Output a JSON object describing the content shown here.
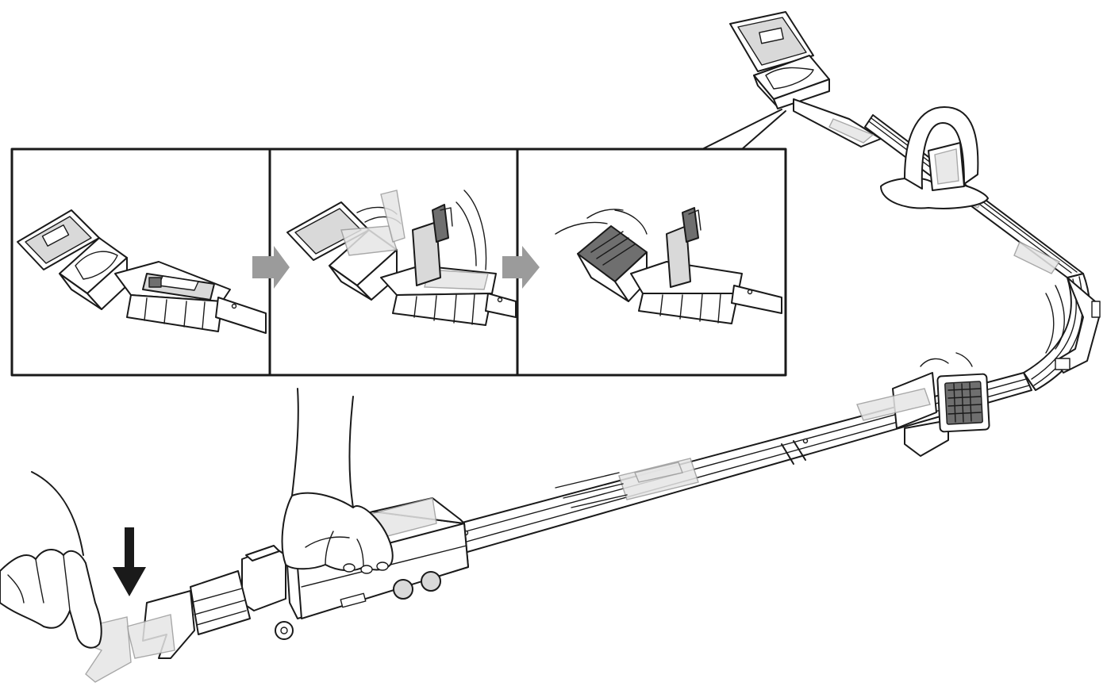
{
  "diagram": {
    "inset_panels": [
      {
        "step": 1,
        "content": "car-in-launcher"
      },
      {
        "step": 2,
        "content": "gate-lifts-car-enters-box"
      },
      {
        "step": 3,
        "content": "box-closes-with-car-inside"
      }
    ],
    "colors": {
      "ink": "#1a1a1a",
      "ghost_fill": "#e6e6e6",
      "step_arrow": "#9b9b9b",
      "background": "#ffffff"
    },
    "icons": [
      "hand-press-icon",
      "hand-hold-icon",
      "down-arrow-icon",
      "step-arrow-icon"
    ]
  }
}
